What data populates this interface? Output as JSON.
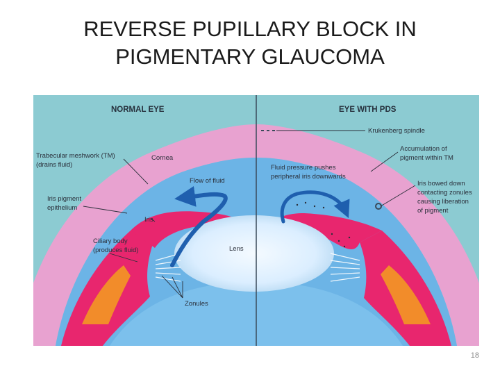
{
  "slide": {
    "title_line1": "REVERSE PUPILLARY BLOCK  IN",
    "title_line2": "PIGMENTARY GLAUCOMA",
    "page_number": "18"
  },
  "figure": {
    "panel_left_heading": "NORMAL EYE",
    "panel_right_heading": "EYE WITH PDS",
    "labels": {
      "tm_line1": "Trabecular meshwork (TM)",
      "tm_line2": "(drains fluid)",
      "cornea": "Cornea",
      "flow_of_fluid": "Flow of fluid",
      "iris_pigment_line1": "Iris pigment",
      "iris_pigment_line2": "epithelium",
      "iris": "Iris",
      "ciliary_line1": "Ciliary body",
      "ciliary_line2": "(produces fluid)",
      "lens": "Lens",
      "zonules": "Zonules",
      "krukenberg": "Krukenberg spindle",
      "fluid_pressure_line1": "Fluid pressure pushes",
      "fluid_pressure_line2": "peripheral iris downwards",
      "accumulation_line1": "Accumulation of",
      "accumulation_line2": "pigment within TM",
      "bowed_line1": "Iris bowed down",
      "bowed_line2": "contacting zonules",
      "bowed_line3": "causing liberation",
      "bowed_line4": "of pigment"
    },
    "colors": {
      "background": "#8ccbd2",
      "cornea_sclera": "#e8a2d0",
      "chamber": "#6cb4e6",
      "iris_tissue": "#e8266e",
      "ciliary_orange": "#f28c2a",
      "lens": "#dbeeff",
      "flow_arrow": "#1f5fae"
    }
  }
}
